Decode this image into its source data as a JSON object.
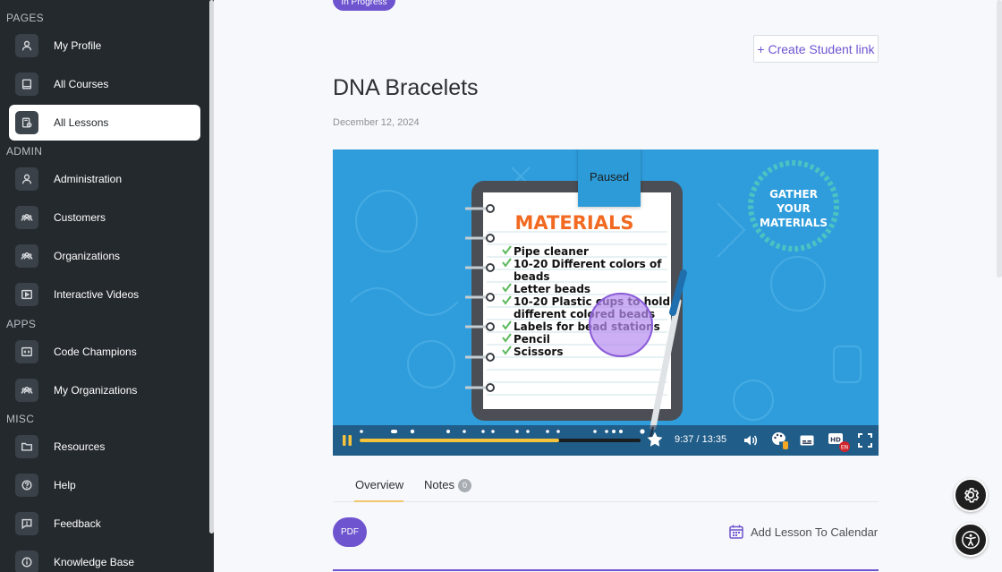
{
  "sidebar": {
    "sections": [
      {
        "label": "PAGES"
      },
      {
        "label": "ADMIN"
      },
      {
        "label": "APPS"
      },
      {
        "label": "MISC"
      }
    ],
    "items": [
      {
        "label": "My Profile",
        "icon": "user-icon"
      },
      {
        "label": "All Courses",
        "icon": "tablet-icon"
      },
      {
        "label": "All Lessons",
        "icon": "lesson-icon",
        "active": true
      },
      {
        "label": "Administration",
        "icon": "user-icon"
      },
      {
        "label": "Customers",
        "icon": "group-icon"
      },
      {
        "label": "Organizations",
        "icon": "group-icon"
      },
      {
        "label": "Interactive Videos",
        "icon": "play-icon"
      },
      {
        "label": "Code Champions",
        "icon": "code-icon"
      },
      {
        "label": "My Organizations",
        "icon": "group-icon"
      },
      {
        "label": "Resources",
        "icon": "folder-icon"
      },
      {
        "label": "Help",
        "icon": "help-icon"
      },
      {
        "label": "Feedback",
        "icon": "feedback-icon"
      },
      {
        "label": "Knowledge Base",
        "icon": "info-icon"
      }
    ]
  },
  "main": {
    "status": "In Progress",
    "create_link": "+ Create Student link",
    "title": "DNA Bracelets",
    "date": "December 12, 2024",
    "video": {
      "paused_label": "Paused",
      "time": "9:37 / 13:35",
      "progress": 0.71,
      "slide": {
        "heading": "MATERIALS",
        "badge_lines": [
          "GATHER",
          "YOUR",
          "MATERIALS"
        ],
        "items": [
          "Pipe cleaner",
          "10-20 Different colors of",
          "beads",
          "Letter beads",
          "10-20 Plastic cups to hold",
          "different colored beads",
          "Labels for bead stations",
          "Pencil",
          "Scissors"
        ]
      },
      "hd_label": "HD",
      "lang_label": "EN"
    },
    "tabs": [
      {
        "label": "Overview",
        "active": true
      },
      {
        "label": "Notes",
        "count": "0"
      }
    ],
    "pdf_label": "PDF",
    "calendar_link": "Add Lesson To Calendar"
  },
  "colors": {
    "accent": "#6e54cf",
    "sidebar": "#24292e",
    "video_bg": "#2f9ddc",
    "tab_underline": "#f2c66d",
    "heading_orange": "#f26a22"
  }
}
